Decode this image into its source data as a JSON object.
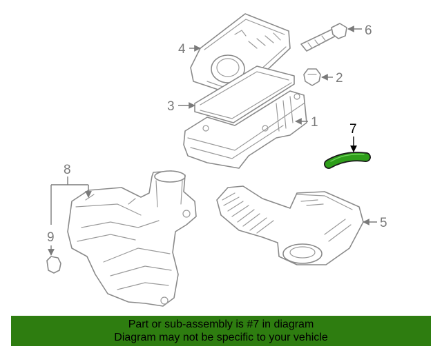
{
  "diagram": {
    "callouts": {
      "c1": "1",
      "c2": "2",
      "c3": "3",
      "c4": "4",
      "c5": "5",
      "c6": "6",
      "c7": "7",
      "c8": "8",
      "c9": "9"
    },
    "highlight_part": "7",
    "highlight_color": "#2e9e1a",
    "line_color": "#8a8a8a"
  },
  "banner": {
    "line1": "Part or sub-assembly is #7 in diagram",
    "line2": "Diagram may not be specific to your vehicle",
    "background": "#2e7d10"
  }
}
